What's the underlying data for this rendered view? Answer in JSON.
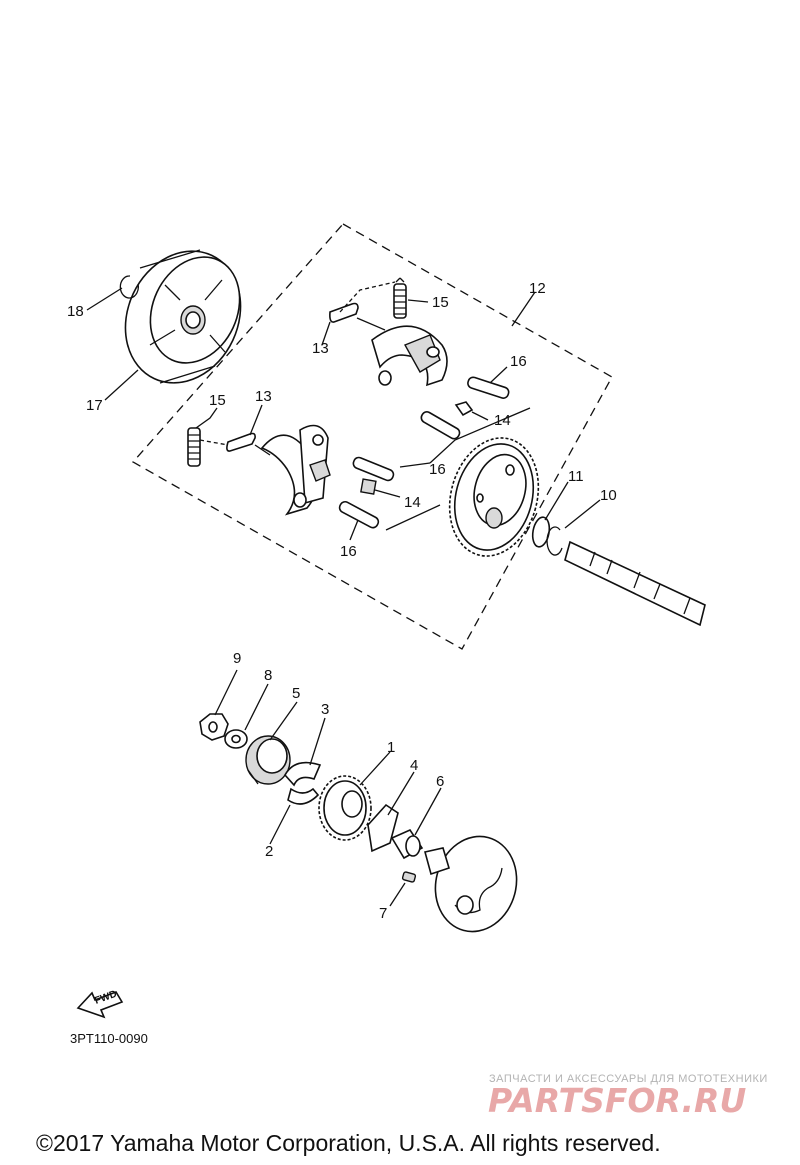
{
  "diagram": {
    "labels": {
      "p1": "1",
      "p2": "2",
      "p3": "3",
      "p4": "4",
      "p5": "5",
      "p6": "6",
      "p7": "7",
      "p8": "8",
      "p9": "9",
      "p10": "10",
      "p11": "11",
      "p12": "12",
      "p13a": "13",
      "p13b": "13",
      "p14a": "14",
      "p14b": "14",
      "p15a": "15",
      "p15b": "15",
      "p16a": "16",
      "p16b": "16",
      "p16c": "16",
      "p17": "17",
      "p18": "18"
    },
    "arrow_text": "FWD",
    "drawing_code": "3PT110-0090"
  },
  "watermark": {
    "tagline": "ЗАПЧАСТИ И АКСЕССУАРЫ ДЛЯ МОТОТЕХНИКИ",
    "brand": "PARTSFOR.RU"
  },
  "footer": {
    "copyright": "©2017 Yamaha Motor Corporation, U.S.A. All rights reserved."
  }
}
